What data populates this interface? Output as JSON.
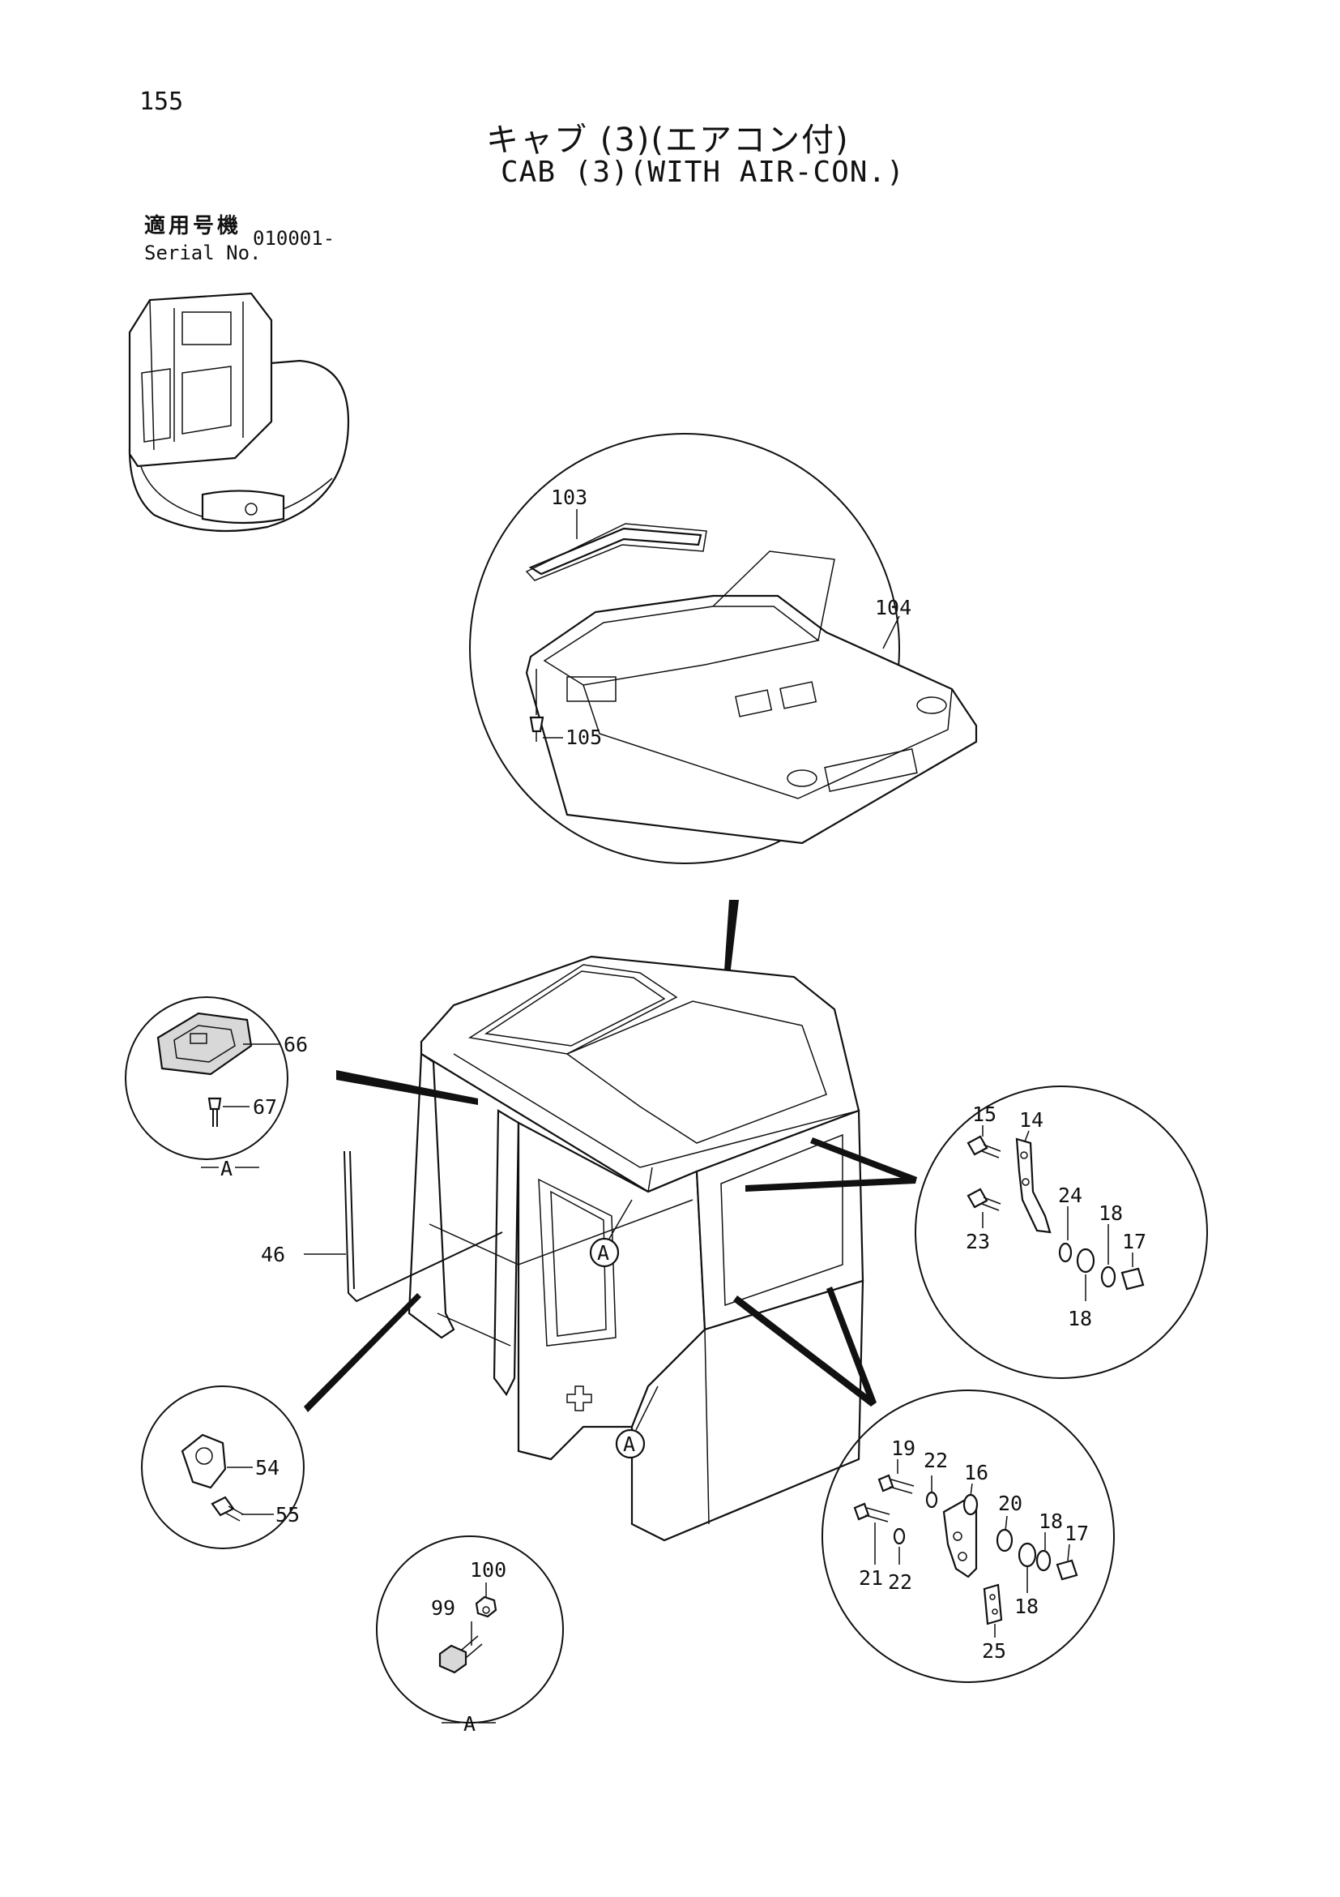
{
  "header": {
    "page_number": "155",
    "title_jp": "キャブ (3)(エアコン付)",
    "title_en": "CAB (3)(WITH AIR-CON.)",
    "serial_label_jp": "適用号機",
    "serial_label_en": "Serial No.",
    "serial_value": "010001-"
  },
  "callouts": {
    "top_circle": [
      "103",
      "104",
      "105"
    ],
    "detail_a_left": [
      "66",
      "67"
    ],
    "view_a_upper": "A",
    "left_part": "46",
    "detail_right_upper": [
      "15",
      "14",
      "24",
      "18",
      "17",
      "23",
      "18"
    ],
    "detail_left_lower": [
      "54",
      "55"
    ],
    "detail_bottom_center": [
      "100",
      "99"
    ],
    "view_a_lower": "A",
    "detail_right_lower": [
      "19",
      "22",
      "16",
      "20",
      "18",
      "17",
      "21",
      "22",
      "18",
      "25"
    ],
    "cab_markers": [
      "A",
      "A"
    ]
  }
}
